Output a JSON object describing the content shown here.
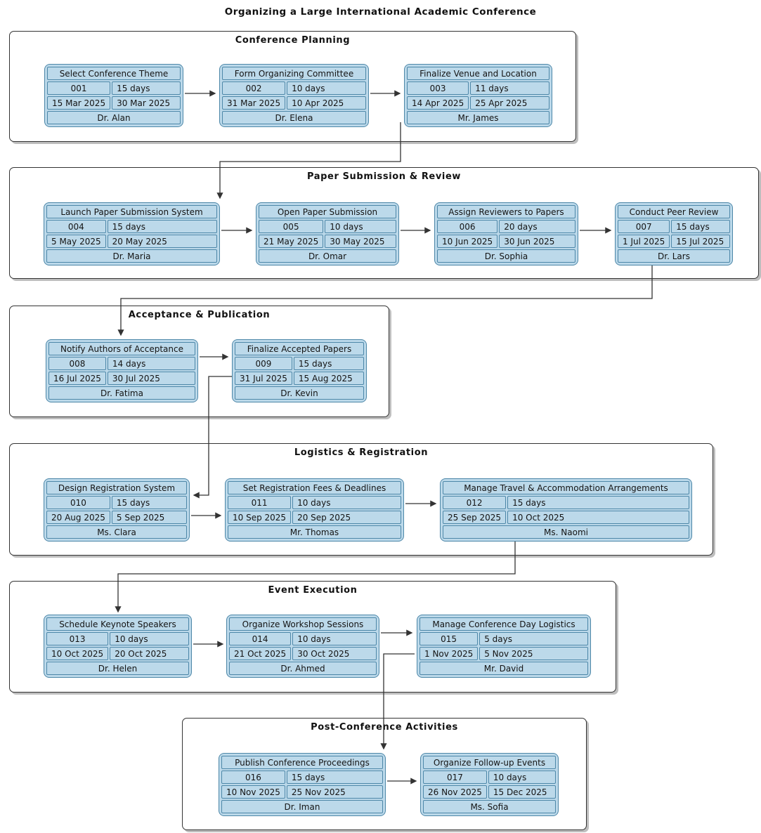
{
  "title": "Organizing a Large International Academic Conference",
  "colors": {
    "card_fill": "#bcd9ea",
    "card_border": "#4d87a8",
    "section_border": "#333333",
    "connector": "#333333",
    "text": "#141414"
  },
  "sections": [
    {
      "label": "Conference Planning",
      "tasks": [
        {
          "name": "Select Conference Theme",
          "id": "001",
          "duration": "15 days",
          "start": "15 Mar 2025",
          "end": "30 Mar 2025",
          "owner": "Dr. Alan"
        },
        {
          "name": "Form Organizing Committee",
          "id": "002",
          "duration": "10 days",
          "start": "31 Mar 2025",
          "end": "10 Apr 2025",
          "owner": "Dr. Elena"
        },
        {
          "name": "Finalize Venue and Location",
          "id": "003",
          "duration": "11 days",
          "start": "14 Apr 2025",
          "end": "25 Apr 2025",
          "owner": "Mr. James"
        }
      ]
    },
    {
      "label": "Paper Submission & Review",
      "tasks": [
        {
          "name": "Launch Paper Submission System",
          "id": "004",
          "duration": "15 days",
          "start": "5 May 2025",
          "end": "20 May 2025",
          "owner": "Dr. Maria"
        },
        {
          "name": "Open Paper Submission",
          "id": "005",
          "duration": "10 days",
          "start": "21 May 2025",
          "end": "30 May 2025",
          "owner": "Dr. Omar"
        },
        {
          "name": "Assign Reviewers to Papers",
          "id": "006",
          "duration": "20 days",
          "start": "10 Jun 2025",
          "end": "30 Jun 2025",
          "owner": "Dr. Sophia"
        },
        {
          "name": "Conduct Peer Review",
          "id": "007",
          "duration": "15 days",
          "start": "1 Jul 2025",
          "end": "15 Jul 2025",
          "owner": "Dr. Lars"
        }
      ]
    },
    {
      "label": "Acceptance & Publication",
      "tasks": [
        {
          "name": "Notify Authors of Acceptance",
          "id": "008",
          "duration": "14 days",
          "start": "16 Jul 2025",
          "end": "30 Jul 2025",
          "owner": "Dr. Fatima"
        },
        {
          "name": "Finalize Accepted Papers",
          "id": "009",
          "duration": "15 days",
          "start": "31 Jul 2025",
          "end": "15 Aug 2025",
          "owner": "Dr. Kevin"
        }
      ]
    },
    {
      "label": "Logistics & Registration",
      "tasks": [
        {
          "name": "Design Registration System",
          "id": "010",
          "duration": "15 days",
          "start": "20 Aug 2025",
          "end": "5 Sep 2025",
          "owner": "Ms. Clara"
        },
        {
          "name": "Set Registration Fees & Deadlines",
          "id": "011",
          "duration": "10 days",
          "start": "10 Sep 2025",
          "end": "20 Sep 2025",
          "owner": "Mr. Thomas"
        },
        {
          "name": "Manage Travel & Accommodation Arrangements",
          "id": "012",
          "duration": "15 days",
          "start": "25 Sep 2025",
          "end": "10 Oct 2025",
          "owner": "Ms. Naomi"
        }
      ]
    },
    {
      "label": "Event Execution",
      "tasks": [
        {
          "name": "Schedule Keynote Speakers",
          "id": "013",
          "duration": "10 days",
          "start": "10 Oct 2025",
          "end": "20 Oct 2025",
          "owner": "Dr. Helen"
        },
        {
          "name": "Organize Workshop Sessions",
          "id": "014",
          "duration": "10 days",
          "start": "21 Oct 2025",
          "end": "30 Oct 2025",
          "owner": "Dr. Ahmed"
        },
        {
          "name": "Manage Conference Day Logistics",
          "id": "015",
          "duration": "5 days",
          "start": "1 Nov 2025",
          "end": "5 Nov 2025",
          "owner": "Mr. David"
        }
      ]
    },
    {
      "label": "Post-Conference Activities",
      "tasks": [
        {
          "name": "Publish Conference Proceedings",
          "id": "016",
          "duration": "15 days",
          "start": "10 Nov 2025",
          "end": "25 Nov 2025",
          "owner": "Dr. Iman"
        },
        {
          "name": "Organize Follow-up Events",
          "id": "017",
          "duration": "10 days",
          "start": "26 Nov 2025",
          "end": "15 Dec 2025",
          "owner": "Ms. Sofia"
        }
      ]
    }
  ]
}
